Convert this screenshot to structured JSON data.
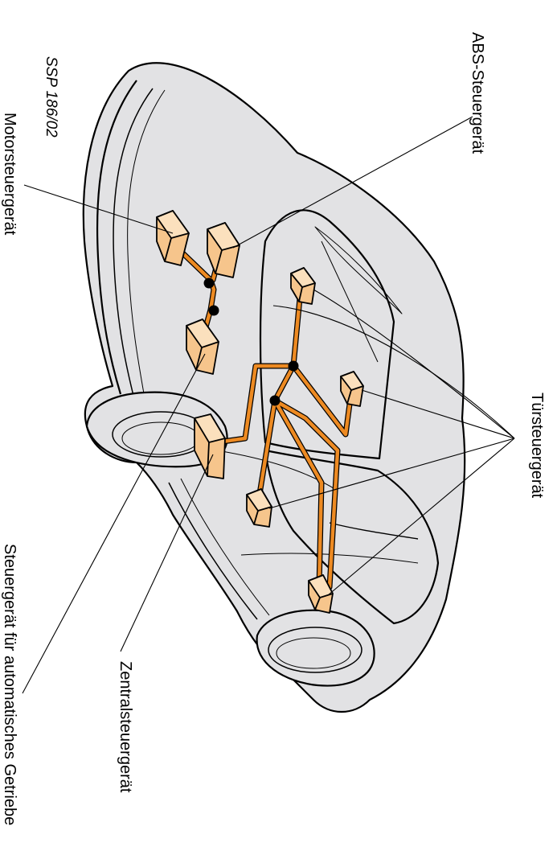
{
  "labels": {
    "abs_ecu": "ABS-Steuergerät",
    "engine_ecu": "Motorsteuergerät",
    "door_ecu": "Türsteuergerät",
    "transmission_ecu": "Steuergerät für automatisches Getriebe",
    "central_ecu": "Zentralsteuergerät"
  },
  "reference": "SSP 186/02",
  "colors": {
    "car_body": "#e2e2e4",
    "bus_orange": "#ed8a22",
    "ecu_fill": "#f6c58c",
    "ecu_top": "#fbe0bd",
    "node": "#000000"
  }
}
